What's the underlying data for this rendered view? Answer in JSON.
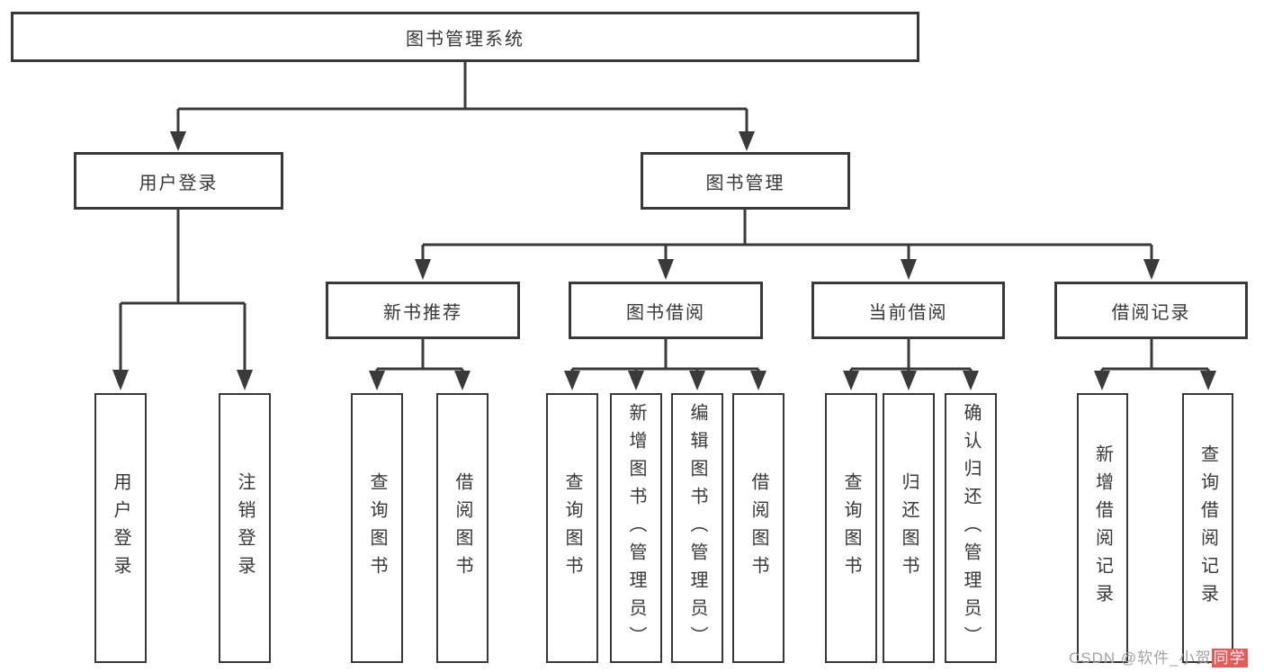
{
  "diagram": {
    "root": {
      "label": "图书管理系统"
    },
    "level2": [
      {
        "label": "用户登录"
      },
      {
        "label": "图书管理"
      }
    ],
    "level3": [
      {
        "label": "新书推荐"
      },
      {
        "label": "图书借阅"
      },
      {
        "label": "当前借阅"
      },
      {
        "label": "借阅记录"
      }
    ],
    "leaves": {
      "user_login": [
        {
          "label": "用户登录"
        },
        {
          "label": "注销登录"
        }
      ],
      "new_book": [
        {
          "label": "查询图书"
        },
        {
          "label": "借阅图书"
        }
      ],
      "book_borrow": [
        {
          "label": "查询图书"
        },
        {
          "label": "新增图书（管理员）"
        },
        {
          "label": "编辑图书（管理员）"
        },
        {
          "label": "借阅图书"
        }
      ],
      "current_borrow": [
        {
          "label": "查询图书"
        },
        {
          "label": "归还图书"
        },
        {
          "label": "确认归还（管理员）"
        }
      ],
      "borrow_records": [
        {
          "label": "新增借阅记录"
        },
        {
          "label": "查询借阅记录"
        }
      ]
    }
  },
  "watermark": {
    "prefix": "CSDN @软件_小贺",
    "highlight": "同学"
  },
  "colors": {
    "line": "#3a3a3a",
    "box_border": "#383838",
    "text": "#373737",
    "watermark_gray": "#a2a2a2",
    "watermark_red": "#e85a5a",
    "background": "#ffffff"
  }
}
